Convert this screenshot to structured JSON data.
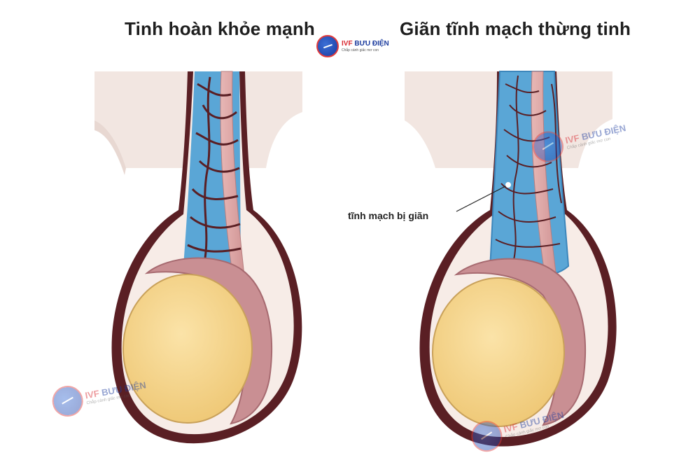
{
  "titles": {
    "left": "Tinh hoàn khỏe mạnh",
    "right": "Giãn tĩnh mạch thừng tinh"
  },
  "callout": "tĩnh mạch bị giãn",
  "logo": {
    "brand_part1": "IVF",
    "brand_part2": "BƯU ĐIỆN",
    "slogan": "Chắp cánh giấc mơ con"
  },
  "colors": {
    "skin": "#f2e6e1",
    "skin_edge": "#e8d8d2",
    "sac": "#5a1f24",
    "cavity": "#f7ece7",
    "vein": "#5aa6d6",
    "vein_edge": "#3c86bb",
    "artery": "#dea6a6",
    "epididymis": "#c98f93",
    "epididymis_dark": "#a76a70",
    "testis": "#f5d58e",
    "testis_edge": "#c9a15a",
    "brand_blue": "#1c3c9e",
    "brand_red": "#d9282f"
  }
}
